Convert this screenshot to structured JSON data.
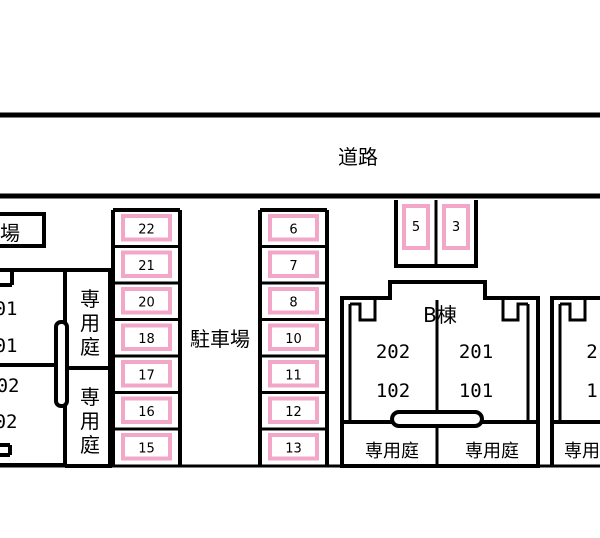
{
  "road_label": "道路",
  "parking_label": "駐車場",
  "left_sign_label": "場",
  "building_b_label": "B棟",
  "garden_label": "専用庭",
  "left_block": {
    "garden_top_label": "専用庭",
    "garden_bottom_label": "専用庭",
    "units_upper": [
      "01",
      "01"
    ],
    "units_lower": [
      "02",
      "02"
    ]
  },
  "parking_columns": {
    "left": [
      "22",
      "21",
      "20",
      "18",
      "17",
      "16",
      "15"
    ],
    "right": [
      "6",
      "7",
      "8",
      "10",
      "11",
      "12",
      "13"
    ],
    "top": [
      "5",
      "3"
    ]
  },
  "building_b": {
    "upper_units": [
      "202",
      "201"
    ],
    "lower_units": [
      "102",
      "101"
    ],
    "garden_labels": [
      "専用庭",
      "専用庭"
    ]
  },
  "right_block": {
    "garden_label": "専用",
    "unit_upper": "2",
    "unit_lower": "1"
  },
  "colors": {
    "line": "#000000",
    "slot_fill": "#f2a7c8",
    "slot_inner": "#ffffff"
  }
}
